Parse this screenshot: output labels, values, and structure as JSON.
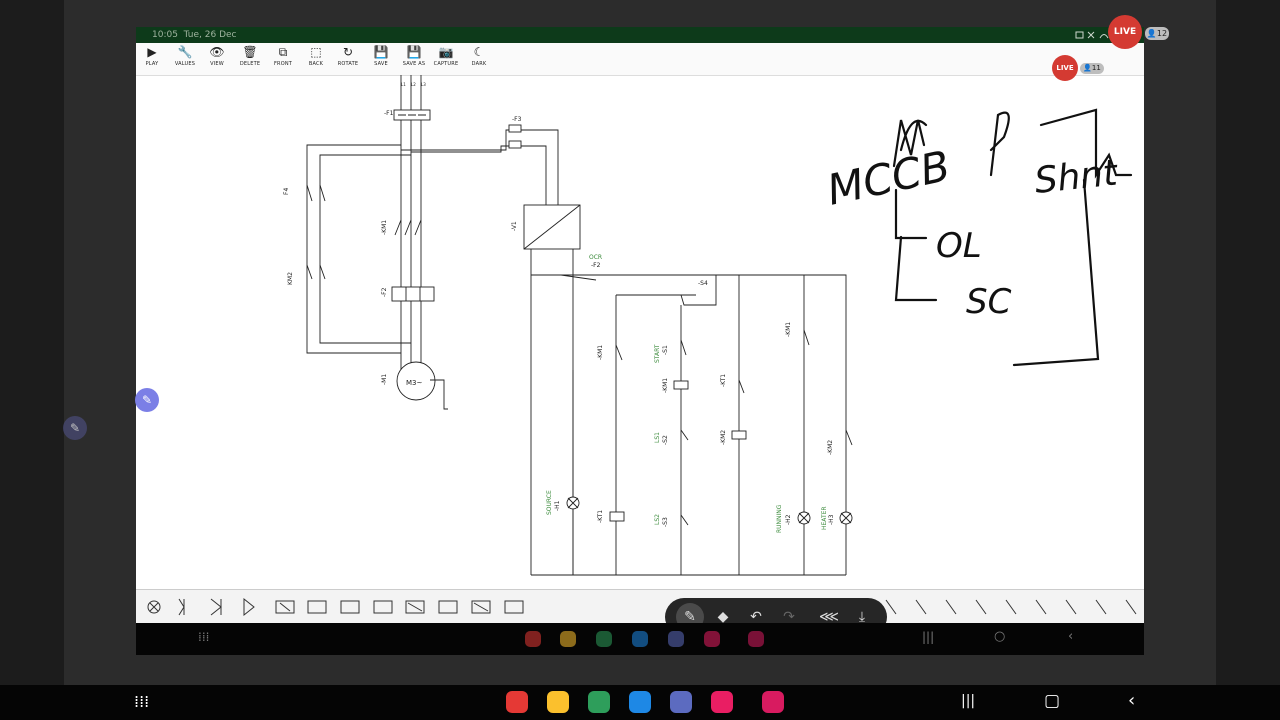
{
  "status": {
    "time": "10:05",
    "date": "Tue, 26 Dec"
  },
  "toolbar": {
    "play": "PLAY",
    "values": "VALUES",
    "view": "VIEW",
    "delete": "DELETE",
    "front": "FRONT",
    "back": "BACK",
    "rotate": "ROTATE",
    "save": "SAVE",
    "save_as": "SAVE AS",
    "capture": "CAPTURE",
    "dark": "DARK"
  },
  "live": {
    "label": "LIVE",
    "viewers": "12",
    "viewers2": "11"
  },
  "schematic": {
    "power": {
      "f1": "-F1",
      "f3": "-F3",
      "f4": "F4",
      "km1": "-KM1",
      "km2": "KM2",
      "f2": "-F2",
      "m1": "-M1",
      "motor": "M3~",
      "v1": "-V1",
      "l1": "L1",
      "l2": "L2",
      "l3": "L3"
    },
    "control": {
      "ocr": "OCR",
      "f2c": "-F2",
      "s4": "-S4",
      "km1c": "-KM1",
      "start": "START",
      "s1": "-S1",
      "km1coil": "-KM1",
      "ls1": "LS1",
      "s2": "-S2",
      "ls2": "LS2",
      "s3": "-S3",
      "kt1c": "-KT1",
      "km2coil": "-KM2",
      "km1b": "-KM1",
      "km2c": "-KM2",
      "source": "SOURCE",
      "h1": "-H1",
      "kt1": "-KT1",
      "running": "RUNNING",
      "h2": "-H2",
      "heater": "HEATER",
      "h3": "-H3"
    }
  },
  "annotation": {
    "title": "MCCB",
    "sub1": "Shnt",
    "sub2": "OL",
    "sub3": "SC"
  },
  "colors": {
    "accent": "#d43a32",
    "green": "#3a8a3a",
    "statusbar": "#0d3a1a"
  }
}
